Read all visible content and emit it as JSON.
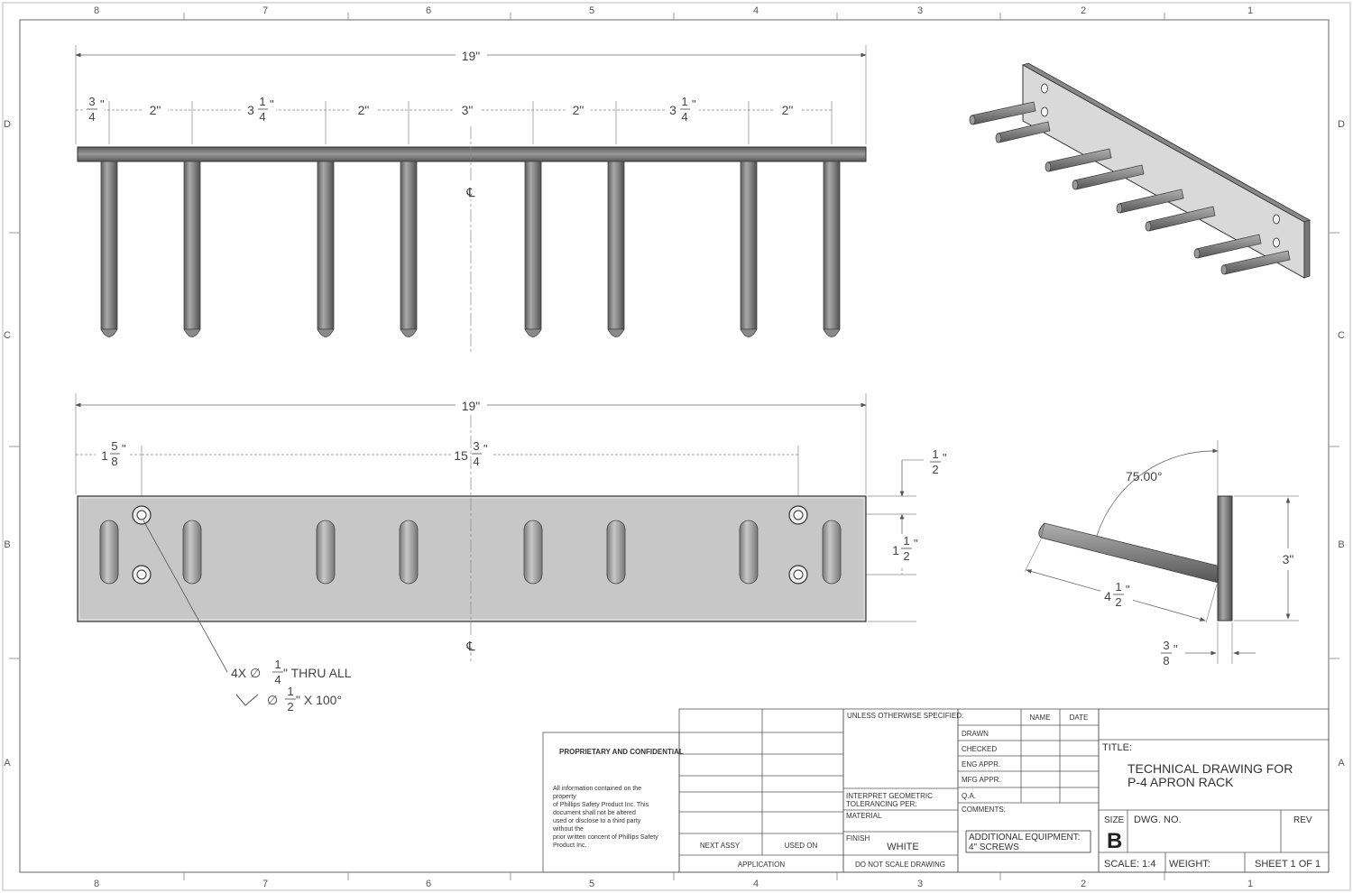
{
  "zones": {
    "columns": [
      "8",
      "7",
      "6",
      "5",
      "4",
      "3",
      "2",
      "1"
    ],
    "rows": [
      "D",
      "C",
      "B",
      "A"
    ]
  },
  "front_view": {
    "overall": "19\"",
    "seg_34_whole": "",
    "seg_34_num": "3",
    "seg_34_den": "4",
    "seg_2a": "2\"",
    "seg_314a_whole": "3",
    "seg_314a_num": "1",
    "seg_314a_den": "4",
    "seg_2b": "2\"",
    "seg_3": "3\"",
    "seg_2c": "2\"",
    "seg_314b_whole": "3",
    "seg_314b_num": "1",
    "seg_314b_den": "4",
    "seg_2d": "2\"",
    "centerline": "℄"
  },
  "top_view": {
    "overall": "19\"",
    "left_whole": "1",
    "left_num": "5",
    "left_den": "8",
    "span_whole": "15",
    "span_num": "3",
    "span_den": "4",
    "edge_num": "1",
    "edge_den": "2",
    "hole_sp_whole": "1",
    "hole_sp_num": "1",
    "hole_sp_den": "2",
    "centerline": "℄",
    "note_line1_pre": "4X ∅",
    "note_line1_num": "1",
    "note_line1_den": "4",
    "note_line1_post": "\" THRU ALL",
    "note_line2_pre": "∅",
    "note_line2_num": "1",
    "note_line2_den": "2",
    "note_line2_post": "\" X 100°"
  },
  "side_view": {
    "angle": "75.00°",
    "height": "3\"",
    "peg_whole": "4",
    "peg_num": "1",
    "peg_den": "2",
    "thick_num": "3",
    "thick_den": "8"
  },
  "title_block": {
    "proprietary_title": "PROPRIETARY AND CONFIDENTIAL",
    "proprietary_text": [
      "All information contained on the",
      "property",
      "of Phillips Safety Product Inc. This",
      "document shall not be altered",
      "used or disclose to a third party",
      "without the",
      "prior written concent of Phillips Safety",
      "Product Inc."
    ],
    "next_assy": "NEXT ASSY",
    "used_on": "USED ON",
    "application": "APPLICATION",
    "unless_specified": "UNLESS OTHERWISE SPECIFIED:",
    "interpret_1": "INTERPRET GEOMETRIC",
    "interpret_2": "TOLERANCING PER:",
    "material": "MATERIAL",
    "finish_label": "FINISH",
    "finish_value": "WHITE",
    "do_not_scale": "DO NOT SCALE DRAWING",
    "name_col": "NAME",
    "date_col": "DATE",
    "rows": [
      "DRAWN",
      "CHECKED",
      "ENG APPR.",
      "MFG APPR.",
      "Q.A."
    ],
    "comments": "COMMENTS:",
    "additional_1": "ADDITIONAL EQUIPMENT:",
    "additional_2": "4\" SCREWS",
    "title_label": "TITLE:",
    "title_1": "TECHNICAL DRAWING FOR",
    "title_2": "P-4 APRON RACK",
    "size_label": "SIZE",
    "size_value": "B",
    "dwg_no": "DWG.  NO.",
    "rev": "REV",
    "scale": "SCALE: 1:4",
    "weight": "WEIGHT:",
    "sheet": "SHEET 1 OF 1"
  }
}
